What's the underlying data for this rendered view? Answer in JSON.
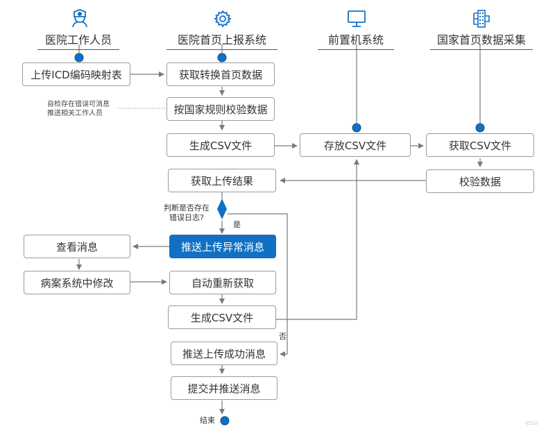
{
  "colors": {
    "accent": "#1170c4",
    "line": "#7a7a7a",
    "border": "#9a9a9a"
  },
  "lanes": {
    "staff": {
      "title": "医院工作人员",
      "icon": "nurse-icon"
    },
    "report": {
      "title": "医院首页上报系统",
      "icon": "gear-icon"
    },
    "front": {
      "title": "前置机系统",
      "icon": "monitor-icon"
    },
    "national": {
      "title": "国家首页数据采集",
      "icon": "server-icon"
    }
  },
  "nodes": {
    "upload_icd": "上传ICD编码映射表",
    "get_convert": "获取转换首页数据",
    "validate_rules": "按国家规则校验数据",
    "gen_csv_1": "生成CSV文件",
    "store_csv": "存放CSV文件",
    "get_csv": "获取CSV文件",
    "get_result": "获取上传结果",
    "check_data": "校验数据",
    "push_error": "推送上传异常消息",
    "view_msg": "查看消息",
    "modify_case": "病案系统中修改",
    "auto_reget": "自动重新获取",
    "gen_csv_2": "生成CSV文件",
    "push_success": "推送上传成功消息",
    "submit_push": "提交并推送消息"
  },
  "notes": {
    "self_check_1": "自检存在错误可消息",
    "self_check_2": "推送相关工作人员",
    "decision_1": "判断是否存在",
    "decision_2": "错误日志?",
    "yes": "是",
    "no": "否",
    "end": "结束"
  },
  "watermark": "eso"
}
